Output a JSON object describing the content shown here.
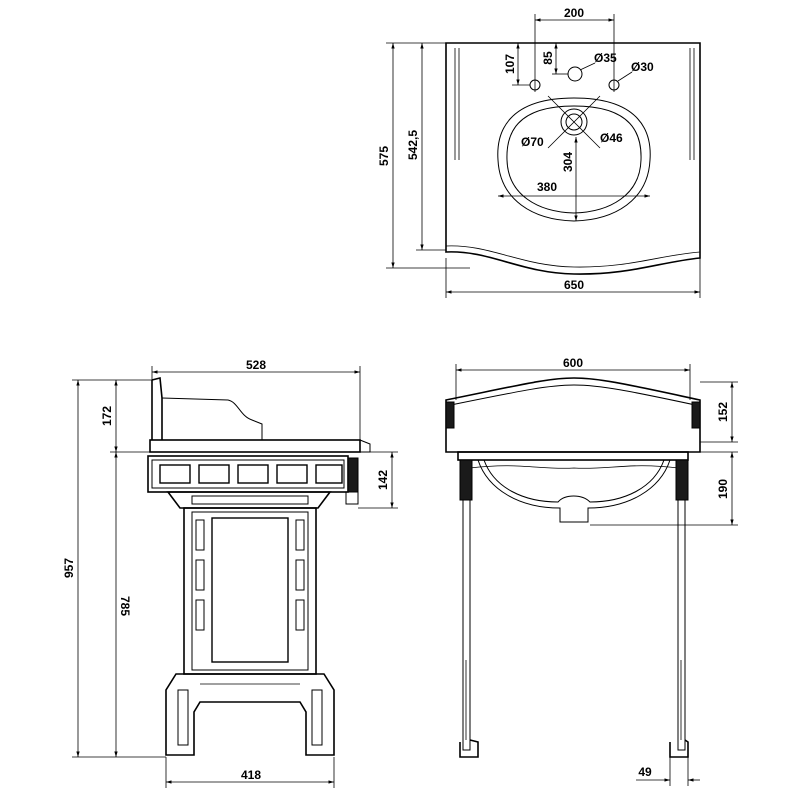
{
  "top_view": {
    "dim_tap_spacing": "200",
    "dim_tap_offset": "107",
    "dim_center_offset": "85",
    "dim_center_hole": "Ø35",
    "dim_side_hole": "Ø30",
    "dim_waste_outer": "Ø70",
    "dim_waste_inner": "Ø46",
    "dim_bowl_depth": "304",
    "dim_bowl_width": "380",
    "dim_total_depth": "575",
    "dim_bowl_front_depth": "542,5",
    "dim_total_width": "650"
  },
  "side_view": {
    "dim_top_depth": "528",
    "dim_upstand": "172",
    "dim_rail": "142",
    "dim_total_height": "957",
    "dim_top_height": "785",
    "dim_base_width": "418"
  },
  "front_view": {
    "dim_width": "600",
    "dim_upstand": "152",
    "dim_bowl_drop": "190",
    "dim_foot": "49"
  }
}
